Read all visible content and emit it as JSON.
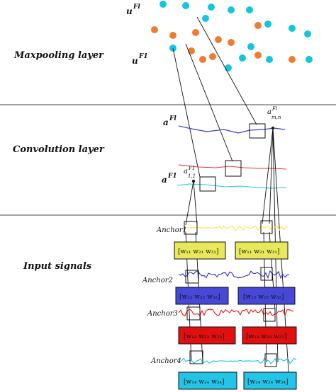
{
  "sections": {
    "maxpooling": "Maxpooling layer",
    "convolution": "Convolution layer",
    "input": "Input signals"
  },
  "symbols": {
    "u_fl": "u",
    "u_fl_sup": "Fl",
    "u_f1": "u",
    "u_f1_sup": "F1",
    "a_fl": "a",
    "a_fl_sup": "Fl",
    "a_f1": "a",
    "a_f1_sup": "F1",
    "a_mn": "a",
    "a_mn_sup": "Fl",
    "a_mn_sub": "m,n",
    "a_11": "a",
    "a_11_sup": "F1",
    "a_11_sub": "1,1"
  },
  "anchors": [
    "Anchor1",
    "Anchor2",
    "Anchor3",
    "Anchor4"
  ],
  "weights": {
    "row1": {
      "left": "[w₁₁ w₂₁ w₃₁]",
      "right": "[w₁₁ w₂₁ w₃₁]"
    },
    "row2": {
      "left": "[w₁₂ w₂₂ w₃₂]",
      "right": "[w₁₂ w₂₂ w₃₂]"
    },
    "row3": {
      "left": "[w₁₃ w₂₃ w₃₃]",
      "right": "[w₁₃ w₂₃ w₃₃]"
    },
    "row4": {
      "left": "[w₁₄ w₂₄ w₃₄]",
      "right": "[w₁₄ w₂₄ w₃₄]"
    }
  },
  "colors": {
    "orange": "#ee7d31",
    "cyan": "#12c6dc",
    "yellow": "#ffe34a",
    "yellow_box": "#e8e85a",
    "blue": "#2b2bd0",
    "blue_box": "#4848d8",
    "red": "#ee1111",
    "red_box": "#e01010",
    "cyan_box": "#22c4e8",
    "conv_blue": "#3344cc",
    "conv_red": "#ee3333",
    "conv_cyan": "#22c8d8"
  }
}
